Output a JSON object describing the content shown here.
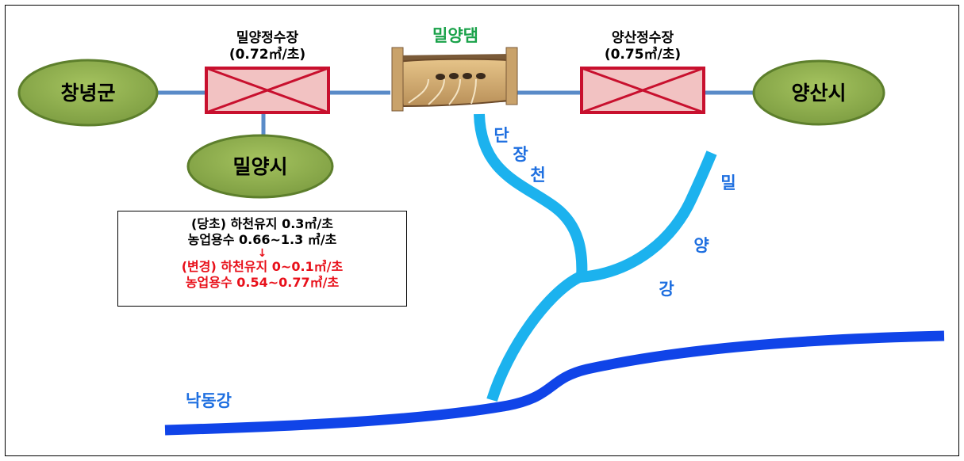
{
  "nodes": {
    "changnyeong": "창녕군",
    "miryang_city": "밀양시",
    "yangsan_city": "양산시"
  },
  "plants": {
    "miryang": {
      "name": "밀양정수장",
      "flow": "(0.72㎥/초)"
    },
    "yangsan": {
      "name": "양산정수장",
      "flow": "(0.75㎥/초)"
    }
  },
  "dam": {
    "name": "밀양댐",
    "color": "#1aa24a"
  },
  "rivers": {
    "danjang": [
      "단",
      "장",
      "천"
    ],
    "miryang": [
      "밀",
      "양",
      "강"
    ],
    "nakdong": "낙동강",
    "color": "#1e6fe0"
  },
  "note": {
    "line1": "(당초) 하천유지   0.3㎥/초",
    "line2": "농업용수 0.66~1.3 ㎥/초",
    "arrow": "↓",
    "line3": "(변경) 하천유지 0~0.1㎥/초",
    "line4": "농업용수 0.54~0.77㎥/초",
    "changed_color": "#e8101a"
  },
  "colors": {
    "node_fill": "#8cac4c",
    "node_stroke": "#5d7f2c",
    "pipe": "#5a8bc8",
    "river_stream": "#1cb2ee",
    "river_main": "#1044e8"
  }
}
